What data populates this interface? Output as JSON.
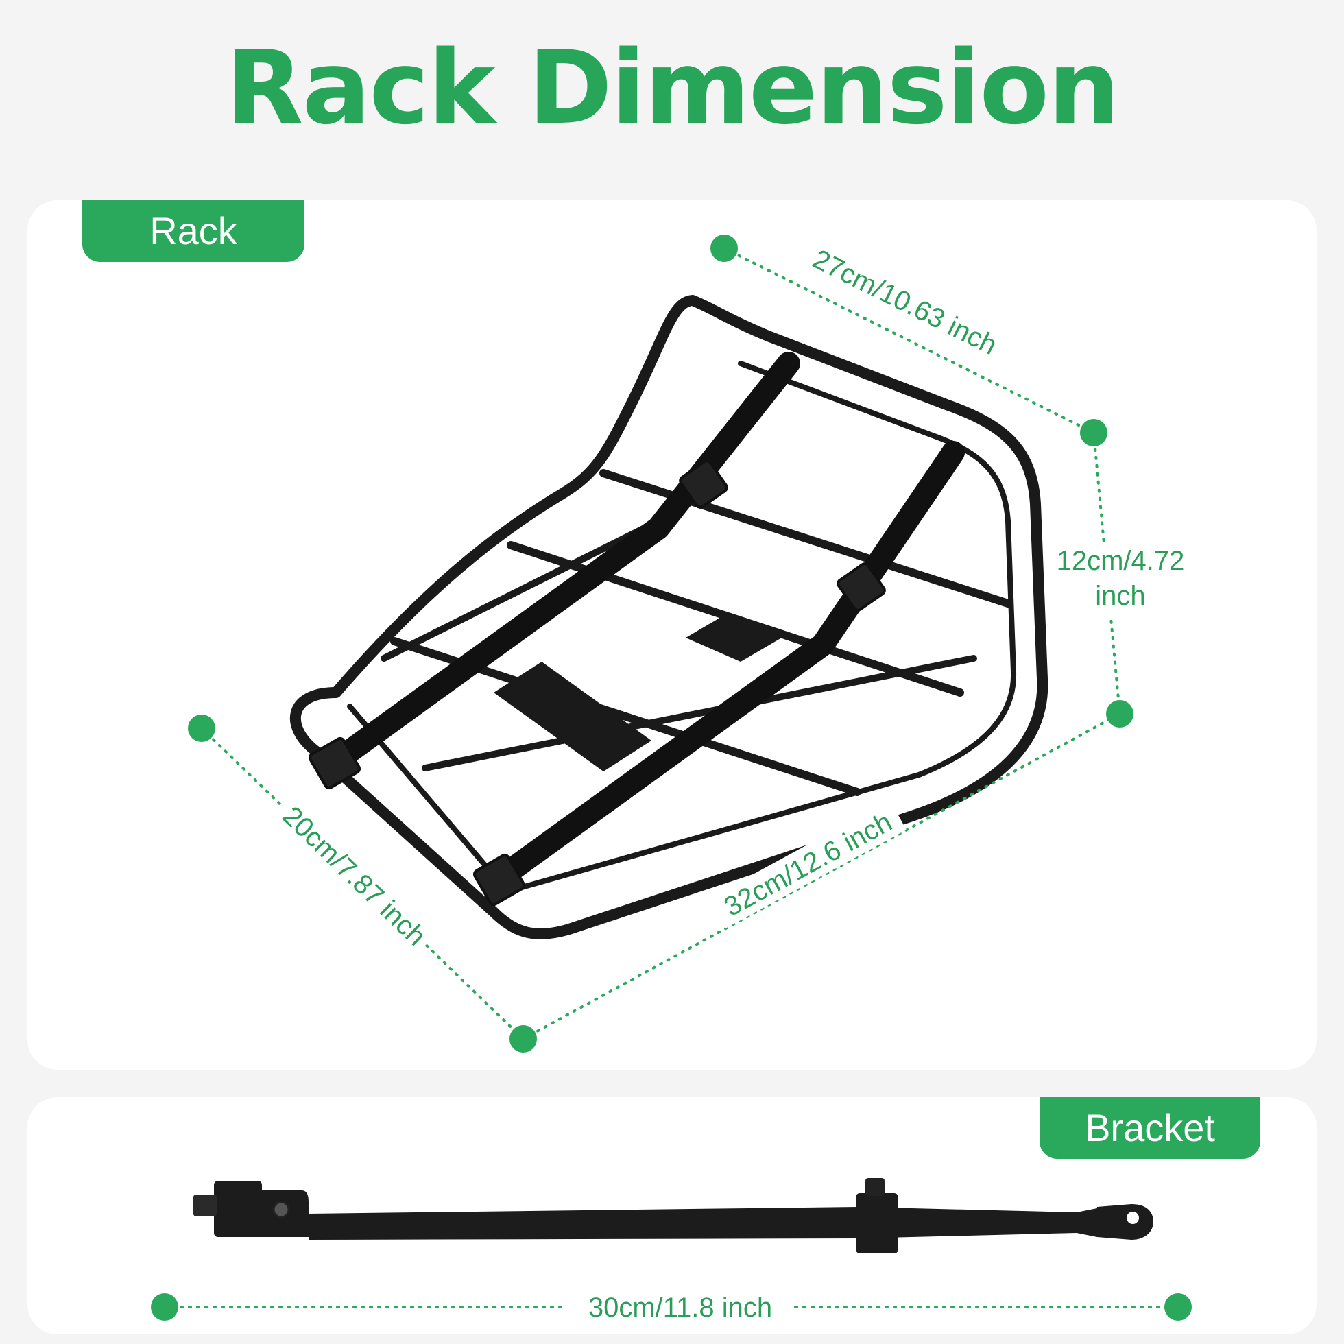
{
  "title": "Rack Dimension",
  "rack": {
    "tag": "Rack",
    "dimensions": {
      "top": "27cm/10.63 inch",
      "right_line1": "12cm/4.72",
      "right_line2": "inch",
      "left": "20cm/7.87 inch",
      "bottom": "32cm/12.6 inch"
    }
  },
  "bracket": {
    "tag": "Bracket",
    "length": "30cm/11.8 inch"
  },
  "colors": {
    "accent": "#2aa85c",
    "background": "#f4f4f4",
    "panel": "#ffffff",
    "product": "#1a1a1a"
  }
}
